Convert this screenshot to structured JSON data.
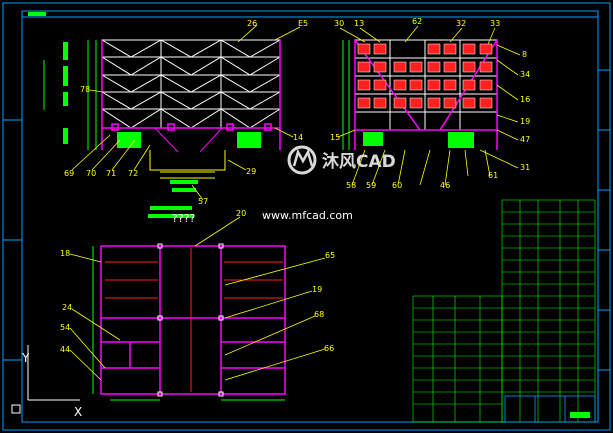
{
  "drawing": {
    "background": "#000000",
    "colors": {
      "frame": "#00a0ff",
      "wall": "#ff00ff",
      "brace": "#ffffff",
      "leader": "#ffff00",
      "green": "#00ff00",
      "red": "#ff2020",
      "cyan": "#00ffff"
    },
    "labels_front": [
      "26",
      "E5",
      "78",
      "14",
      "69",
      "70",
      "71",
      "72",
      "29",
      "57"
    ],
    "labels_side": [
      "30",
      "13",
      "62",
      "32",
      "33",
      "8",
      "34",
      "16",
      "19",
      "15",
      "47",
      "31",
      "58",
      "59",
      "60",
      "46",
      "61"
    ],
    "labels_plan": [
      "????",
      "20",
      "18",
      "65",
      "19",
      "24",
      "54",
      "44",
      "68",
      "66"
    ],
    "watermark": {
      "brand": "沐风CAD",
      "url": "www.mfcad.com"
    },
    "axis": {
      "y": "Y",
      "x": "X"
    }
  }
}
